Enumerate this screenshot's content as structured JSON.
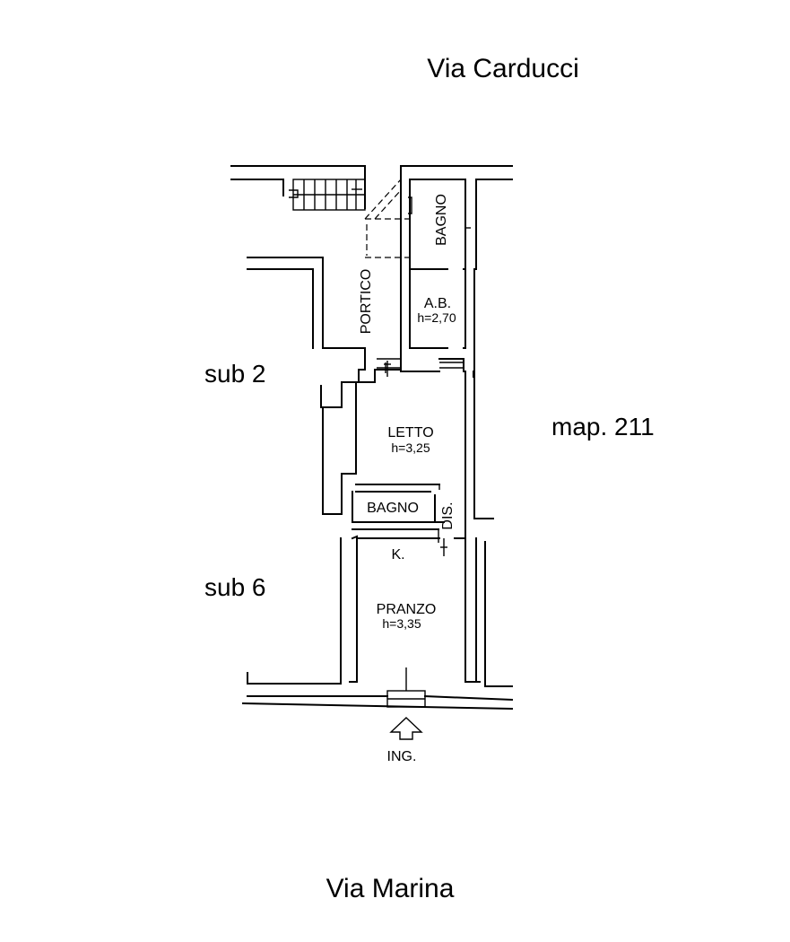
{
  "streets": {
    "top": "Via  Carducci",
    "bottom": "Via Marina"
  },
  "neighbors": {
    "upper_left": "sub 2",
    "lower_left": "sub 6",
    "right": "map. 211"
  },
  "rooms": {
    "bath_upper": "BAGNO",
    "portico": "PORTICO",
    "ab": {
      "label": "A.B.",
      "height": "h=2,70"
    },
    "letto": {
      "label": "LETTO",
      "height": "h=3,25"
    },
    "bath_lower": "BAGNO",
    "dis": "DIS.",
    "kitchen": "K.",
    "pranzo": {
      "label": "PRANZO",
      "height": "h=3,35"
    }
  },
  "entrance": {
    "label": "ING."
  }
}
